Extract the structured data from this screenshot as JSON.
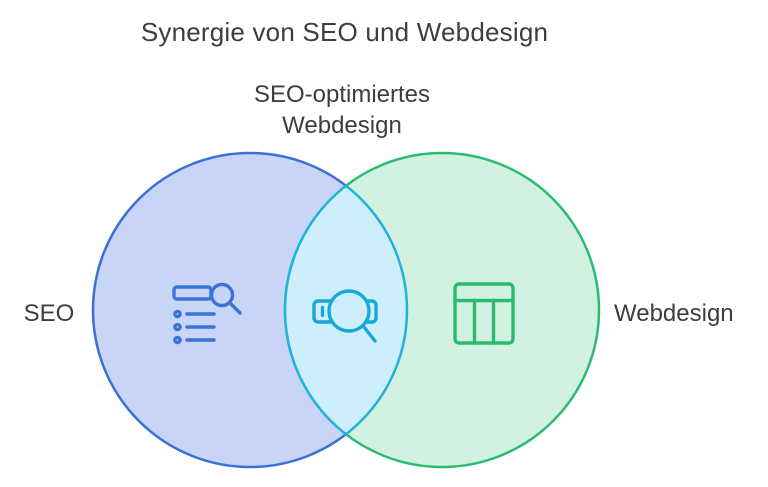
{
  "title": "Synergie von SEO und Webdesign",
  "venn": {
    "left": {
      "label": "SEO",
      "icon": "seo-list-search-icon"
    },
    "right": {
      "label": "Webdesign",
      "icon": "webpage-layout-icon"
    },
    "intersection": {
      "label": "SEO-optimiertes\nWebdesign",
      "icon": "banner-magnifier-icon"
    }
  },
  "colors": {
    "text": "#3d3d3d",
    "seo_circle_stroke": "#3a70d8",
    "seo_circle_fill": "#c9d5f6",
    "web_circle_stroke": "#2abb70",
    "web_circle_fill": "#d3f1e0",
    "overlap_fill": "#cdeffb",
    "overlap_stroke": "#21b1df",
    "seo_icon_stroke": "#3b73d9",
    "web_icon_stroke": "#2abb70",
    "overlap_icon_stroke": "#17a8d8"
  }
}
